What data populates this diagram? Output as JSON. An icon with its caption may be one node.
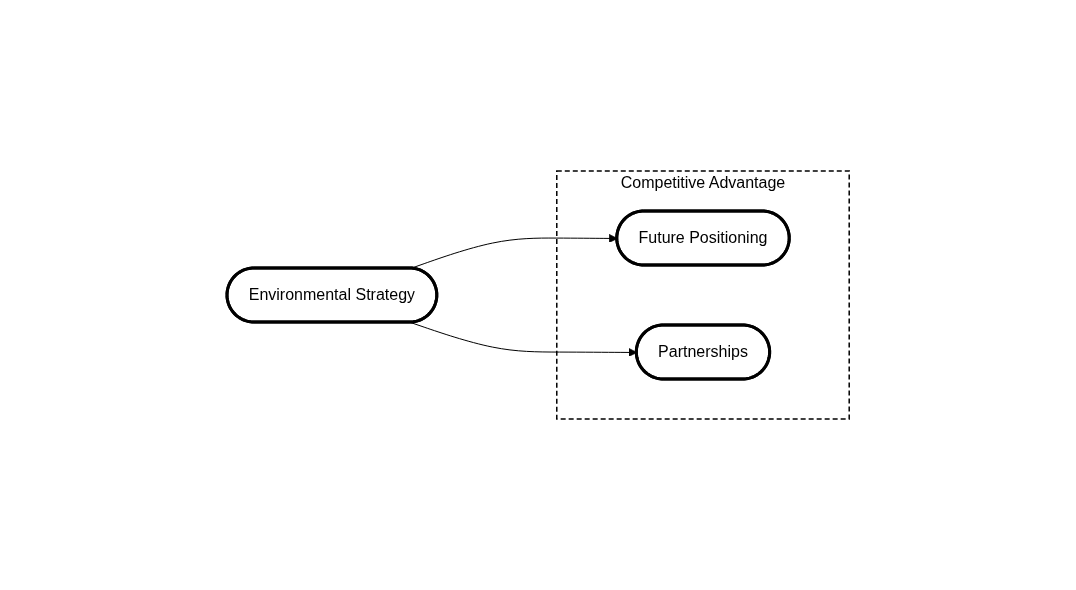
{
  "diagram": {
    "nodes": [
      {
        "text": [
          "Environmental Strategy"
        ]
      },
      {
        "text": [
          "Competitive Advantage"
        ]
      },
      {
        "text": [
          "Future Positioning"
        ],
        "in": 1
      },
      {
        "text": [
          "Partnerships"
        ],
        "in": 1
      }
    ],
    "edges": [
      {
        "from": 0,
        "to": 2,
        "arrow": "to"
      },
      {
        "from": 0,
        "to": 3,
        "arrow": "to"
      }
    ]
  }
}
